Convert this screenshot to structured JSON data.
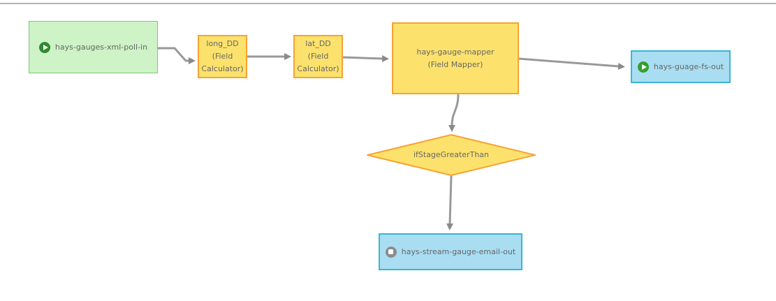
{
  "diagram": {
    "nodes": {
      "input_xml_poll": {
        "label": "hays-gauges-xml-poll-in",
        "icon": "play-icon",
        "kind": "input"
      },
      "calc_long": {
        "name": "long_DD",
        "type": "(Field Calculator)",
        "kind": "processor"
      },
      "calc_lat": {
        "name": "lat_DD",
        "type": "(Field Calculator)",
        "kind": "processor"
      },
      "mapper": {
        "name": "hays-gauge-mapper",
        "type": "(Field Mapper)",
        "kind": "processor"
      },
      "output_fs": {
        "label": "hays-guage-fs-out",
        "icon": "play-icon",
        "kind": "output"
      },
      "filter": {
        "label": "ifStageGreaterThan",
        "kind": "filter"
      },
      "output_email": {
        "label": "hays-stream-gauge-email-out",
        "icon": "stop-icon",
        "kind": "output"
      }
    },
    "colors": {
      "input_fill": "#cdf3c7",
      "input_border": "#82c67c",
      "processor_fill": "#fce26d",
      "processor_border": "#f7a233",
      "output_fill": "#a9def2",
      "output_border": "#3ab5d6",
      "connector_line": "#999999",
      "connector_arrow": "#8a8a8a",
      "play_icon_green_dark": "#2e8b2e",
      "play_icon_green_bright": "#35a02c",
      "stop_icon_gray": "#8c8c8c",
      "label_text": "#666666",
      "top_divider": "#b3b3b3"
    }
  }
}
